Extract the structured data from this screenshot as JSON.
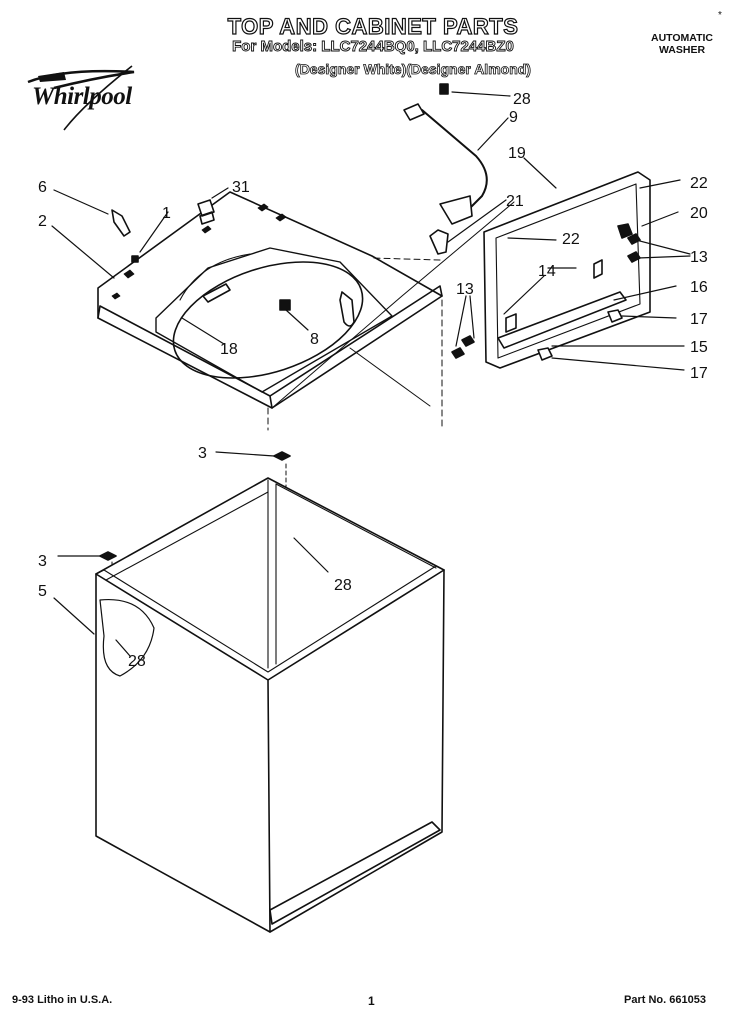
{
  "header": {
    "title": "TOP AND CABINET PARTS",
    "models": "For Models: LLC7244BQ0, LLC7244BZ0",
    "variants": "(Designer White)(Designer Almond)",
    "product_type": "AUTOMATIC WASHER",
    "corner_mark": "*",
    "brand": "Whirlpool"
  },
  "callouts": [
    "28",
    "9",
    "19",
    "22",
    "20",
    "13",
    "16",
    "17",
    "15",
    "17",
    "14",
    "13",
    "22",
    "21",
    "6",
    "31",
    "1",
    "2",
    "8",
    "18",
    "3",
    "28",
    "3",
    "5",
    "28"
  ],
  "footer": {
    "litho": "9-93 Litho in U.S.A.",
    "page": "1",
    "part_no": "Part No. 661053"
  }
}
